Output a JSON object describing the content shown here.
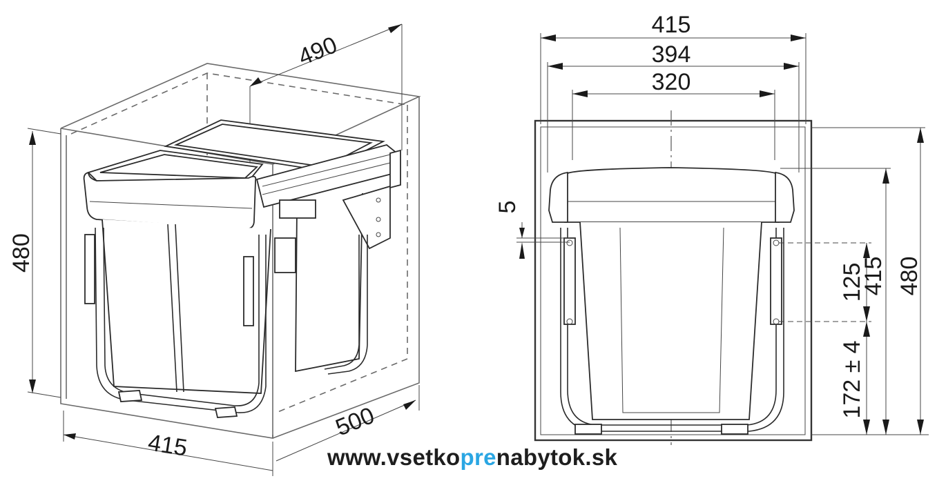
{
  "drawing": {
    "subject": "pull-out waste bin system, technical dimension drawing",
    "views": [
      "isometric-view",
      "front-view"
    ]
  },
  "isometric_view": {
    "dimensions": {
      "depth_top": "490",
      "height": "480",
      "width_bottom": "415",
      "depth_bottom": "500"
    }
  },
  "front_view": {
    "dimensions": {
      "outer_width": "415",
      "inner_width": "394",
      "bin_width": "320",
      "offset_small": "5",
      "mount_spacing": "125",
      "mount_height": "172 ± 4",
      "unit_height": "415",
      "cabinet_height": "480"
    }
  },
  "footer": {
    "website_part1": "www.vsetko",
    "website_accent": "pre",
    "website_part2": "nabytok.sk",
    "accent_color": "#2aa6e3",
    "text_color": "#1e1e1e"
  }
}
